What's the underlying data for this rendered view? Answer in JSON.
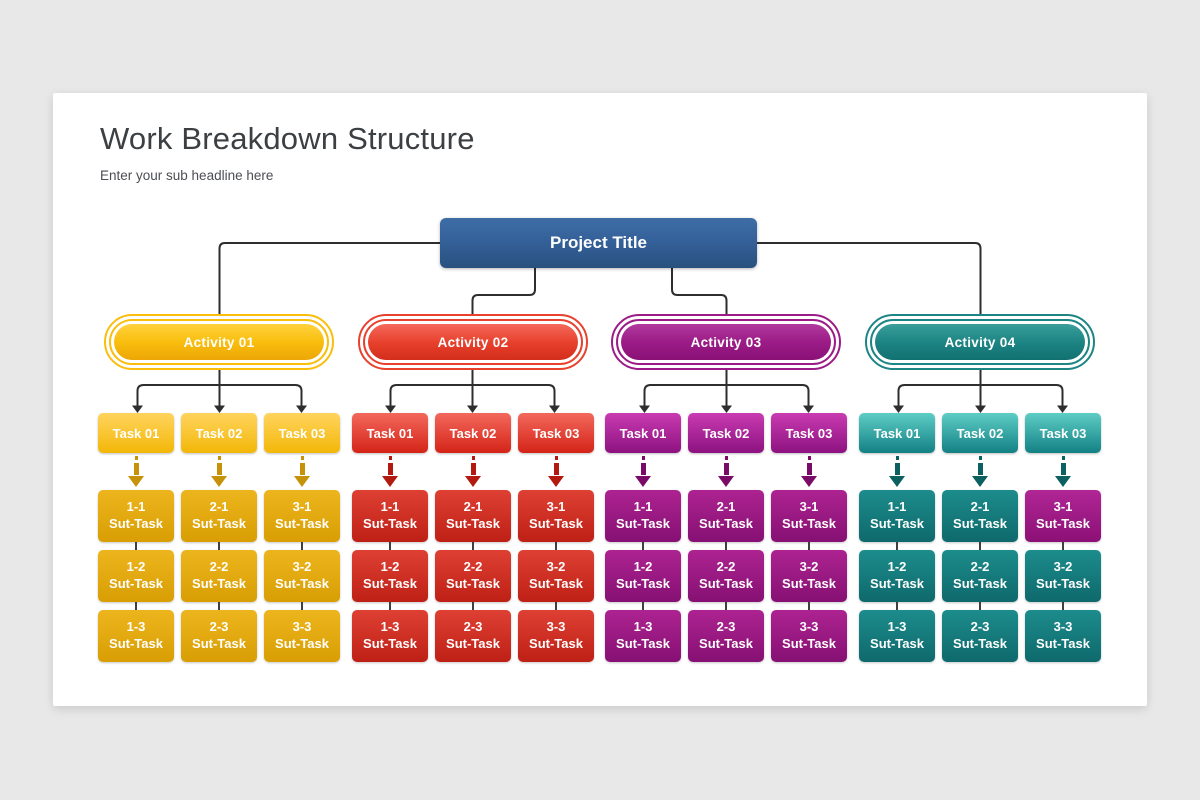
{
  "header": {
    "title": "Work Breakdown Structure",
    "subtitle": "Enter your sub headline here"
  },
  "project": {
    "label": "Project Title",
    "color": "#31608f"
  },
  "connector_color": "#2e2e2e",
  "groups": [
    {
      "label": "Activity 01",
      "color": "#f9be0e",
      "arrow_color": "#c6920a",
      "tasks": [
        {
          "label": "Task 01",
          "subtasks": [
            {
              "code": "1-1",
              "label": "Sut-Task"
            },
            {
              "code": "1-2",
              "label": "Sut-Task"
            },
            {
              "code": "1-3",
              "label": "Sut-Task"
            }
          ]
        },
        {
          "label": "Task 02",
          "subtasks": [
            {
              "code": "2-1",
              "label": "Sut-Task"
            },
            {
              "code": "2-2",
              "label": "Sut-Task"
            },
            {
              "code": "2-3",
              "label": "Sut-Task"
            }
          ]
        },
        {
          "label": "Task 03",
          "subtasks": [
            {
              "code": "3-1",
              "label": "Sut-Task"
            },
            {
              "code": "3-2",
              "label": "Sut-Task"
            },
            {
              "code": "3-3",
              "label": "Sut-Task"
            }
          ]
        }
      ]
    },
    {
      "label": "Activity 02",
      "color": "#e8422e",
      "arrow_color": "#b2190f",
      "tasks": [
        {
          "label": "Task 01",
          "subtasks": [
            {
              "code": "1-1",
              "label": "Sut-Task"
            },
            {
              "code": "1-2",
              "label": "Sut-Task"
            },
            {
              "code": "1-3",
              "label": "Sut-Task"
            }
          ]
        },
        {
          "label": "Task 02",
          "subtasks": [
            {
              "code": "2-1",
              "label": "Sut-Task"
            },
            {
              "code": "2-2",
              "label": "Sut-Task"
            },
            {
              "code": "2-3",
              "label": "Sut-Task"
            }
          ]
        },
        {
          "label": "Task 03",
          "subtasks": [
            {
              "code": "3-1",
              "label": "Sut-Task"
            },
            {
              "code": "3-2",
              "label": "Sut-Task"
            },
            {
              "code": "3-3",
              "label": "Sut-Task"
            }
          ]
        }
      ]
    },
    {
      "label": "Activity 03",
      "color": "#9c1c87",
      "arrow_color": "#7a0c68",
      "tasks": [
        {
          "label": "Task 01",
          "subtasks": [
            {
              "code": "1-1",
              "label": "Sut-Task"
            },
            {
              "code": "1-2",
              "label": "Sut-Task"
            },
            {
              "code": "1-3",
              "label": "Sut-Task"
            }
          ]
        },
        {
          "label": "Task 02",
          "subtasks": [
            {
              "code": "2-1",
              "label": "Sut-Task"
            },
            {
              "code": "2-2",
              "label": "Sut-Task"
            },
            {
              "code": "2-3",
              "label": "Sut-Task"
            }
          ]
        },
        {
          "label": "Task 03",
          "subtasks": [
            {
              "code": "3-1",
              "label": "Sut-Task"
            },
            {
              "code": "3-2",
              "label": "Sut-Task"
            },
            {
              "code": "3-3",
              "label": "Sut-Task"
            }
          ]
        }
      ]
    },
    {
      "label": "Activity 04",
      "color": "#1d8584",
      "arrow_color": "#0c6060",
      "tasks": [
        {
          "label": "Task 01",
          "subtasks": [
            {
              "code": "1-1",
              "label": "Sut-Task"
            },
            {
              "code": "1-2",
              "label": "Sut-Task"
            },
            {
              "code": "1-3",
              "label": "Sut-Task"
            }
          ]
        },
        {
          "label": "Task 02",
          "subtasks": [
            {
              "code": "2-1",
              "label": "Sut-Task"
            },
            {
              "code": "2-2",
              "label": "Sut-Task"
            },
            {
              "code": "2-3",
              "label": "Sut-Task"
            }
          ]
        },
        {
          "label": "Task 03",
          "subtasks": [
            {
              "code": "3-1",
              "label": "Sut-Task",
              "color_override": "#9c1787"
            },
            {
              "code": "3-2",
              "label": "Sut-Task"
            },
            {
              "code": "3-3",
              "label": "Sut-Task"
            }
          ]
        }
      ]
    }
  ]
}
